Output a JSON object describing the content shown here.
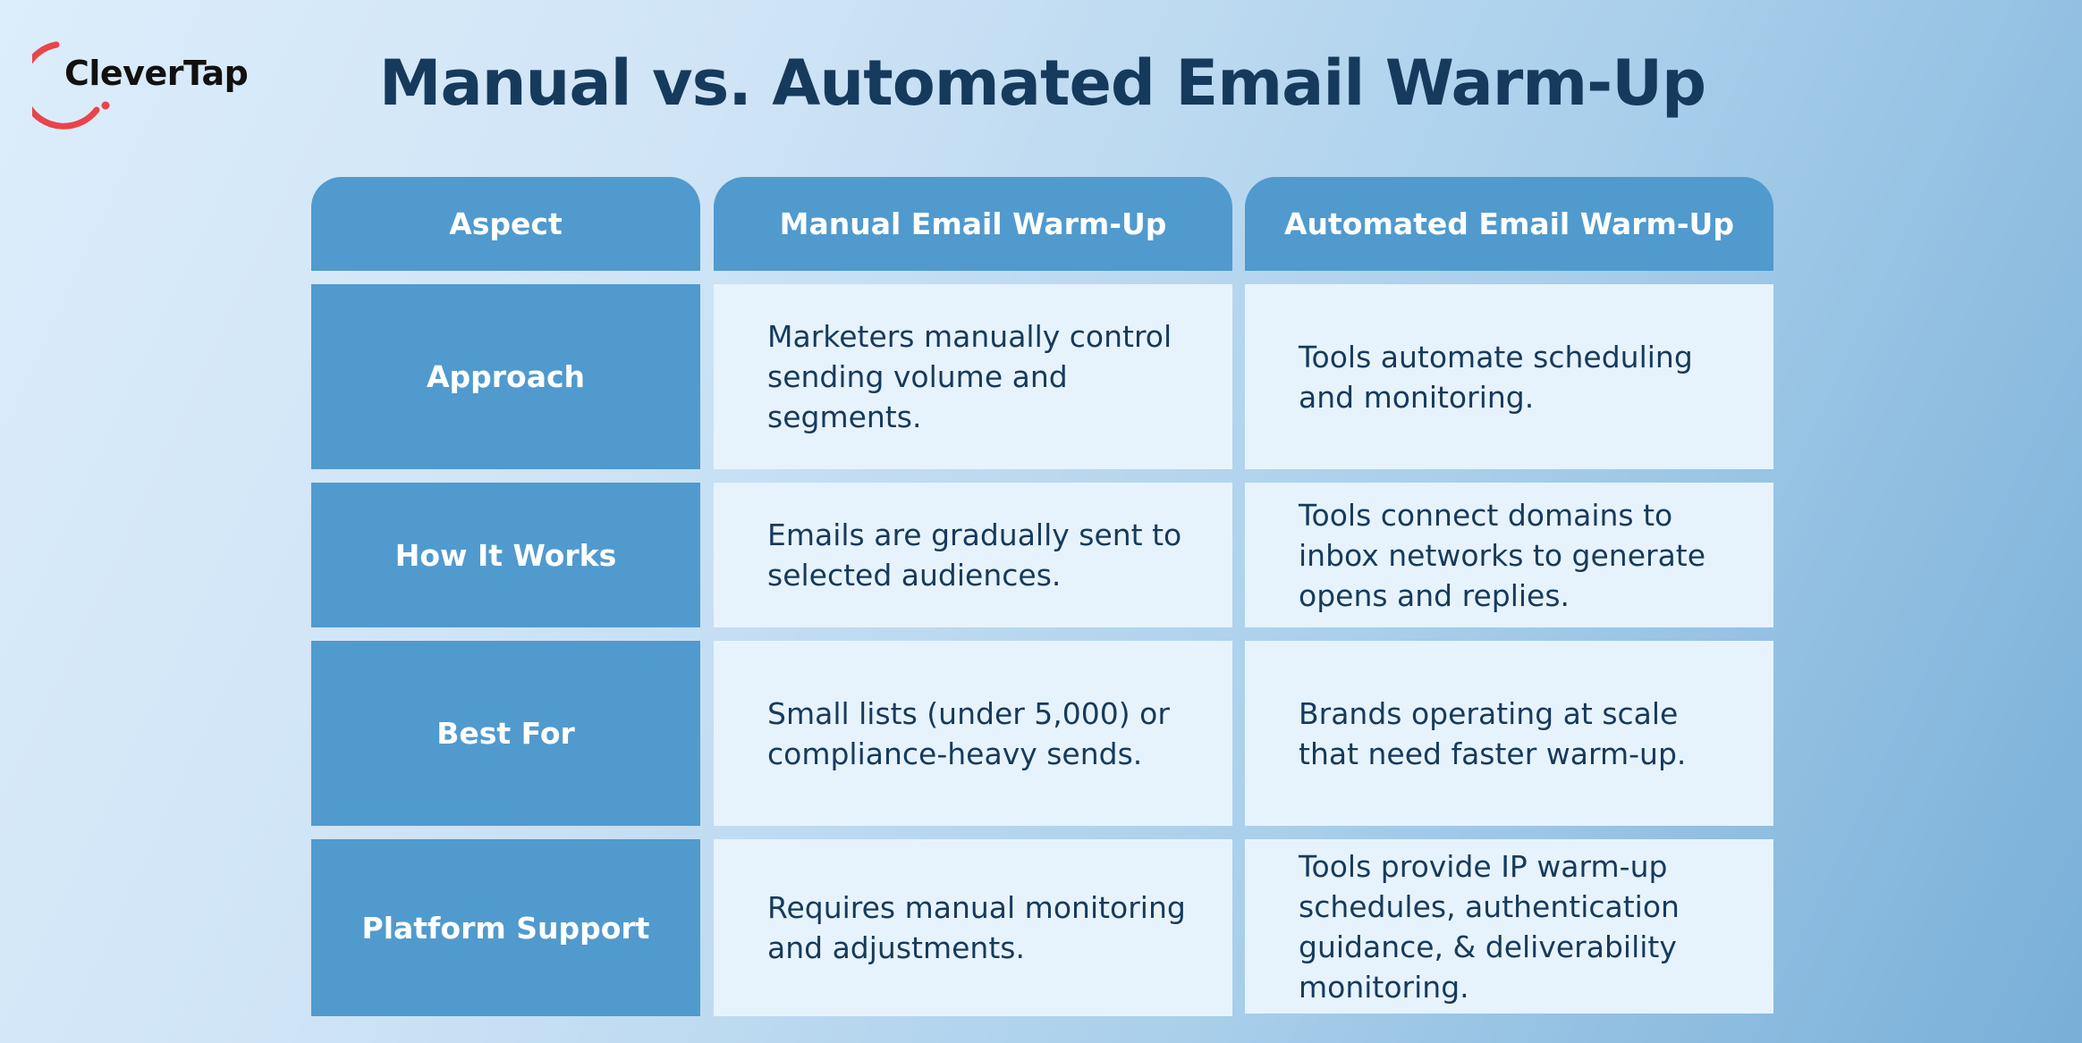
{
  "brand": {
    "name": "CleverTap",
    "accent_color": "#e9444a"
  },
  "title": "Manual vs. Automated Email Warm-Up",
  "table": {
    "headers": [
      "Aspect",
      "Manual Email Warm-Up",
      "Automated Email Warm-Up"
    ],
    "rows": [
      {
        "aspect": "Approach",
        "manual": "Marketers manually control sending volume and segments.",
        "automated": "Tools automate scheduling and monitoring."
      },
      {
        "aspect": "How It Works",
        "manual": "Emails are gradually sent to selected audiences.",
        "automated": "Tools connect domains to inbox networks to generate opens and replies."
      },
      {
        "aspect": "Best For",
        "manual": "Small lists (under 5,000) or compliance-heavy sends.",
        "automated": "Brands operating at scale that need faster warm-up."
      },
      {
        "aspect": "Platform Support",
        "manual": "Requires manual monitoring and adjustments.",
        "automated": "Tools provide IP warm-up schedules, authentication guidance, & deliverability monitoring."
      }
    ]
  },
  "colors": {
    "header_bg": "#509ace",
    "label_bg": "#509ace",
    "cell_bg": "#e7f3fc",
    "text_dark": "#163a5c",
    "text_light": "#ffffff"
  }
}
